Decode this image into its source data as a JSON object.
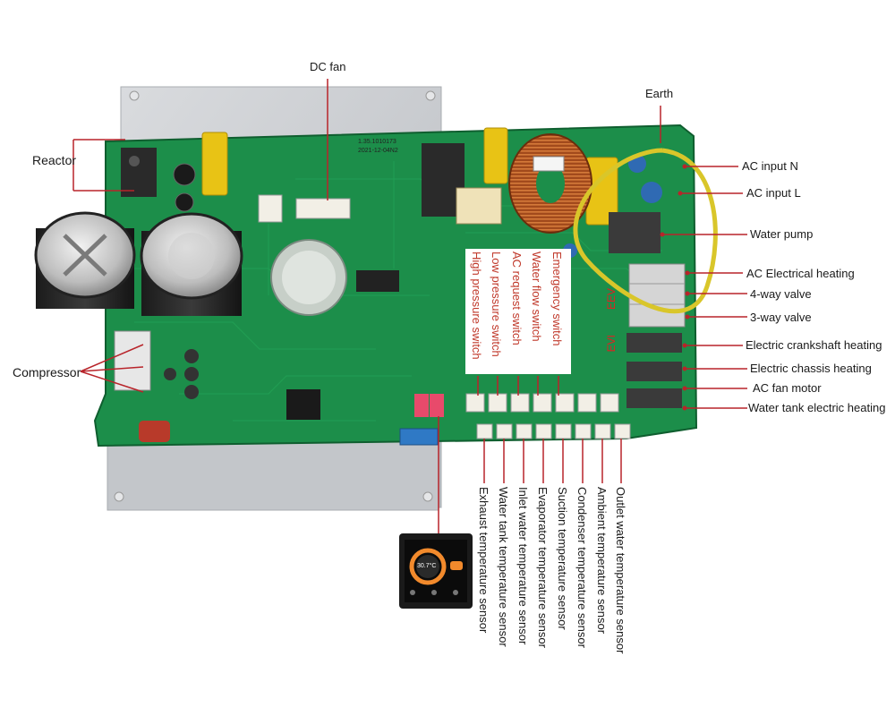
{
  "colors": {
    "pcb": "#1c8e4a",
    "leader": "#b8242a",
    "heatsink": "#c9cbcf"
  },
  "labels": {
    "dc_fan": "DC fan",
    "earth": "Earth",
    "reactor": "Reactor",
    "compressor": "Compressor",
    "ac_input_n": "AC input N",
    "ac_input_l": "AC input L",
    "water_pump": "Water pump",
    "ac_electrical_heating": "AC Electrical heating",
    "four_way_valve": "4-way valve",
    "three_way_valve": "3-way valve",
    "electric_crankshaft_heating": "Electric crankshaft heating",
    "electric_chassis_heating": "Electric chassis heating",
    "ac_fan_motor": "AC fan motor",
    "water_tank_electric_heating": "Water tank electric heating"
  },
  "upper_switches": [
    "High pressure switch",
    "Low pressure switch",
    "AC request switch",
    "Water flow switch",
    "Emergency switch"
  ],
  "lower_sensors": [
    "Exhaust temperature sensor",
    "Water tank temperature sensor",
    "Inlet water temperature sensor",
    "Evaporator temperature sensor",
    "Suction temperature sensor",
    "Condenser temperature sensor",
    "Ambient temperature sensor",
    "Outlet water temperature sensor"
  ],
  "board_markings": {
    "eev": "EEV",
    "evi": "EVI",
    "part_no": "1.35.1010173",
    "date": "2021-12-04N2"
  },
  "controller": {
    "temperature": "30.7°C"
  }
}
